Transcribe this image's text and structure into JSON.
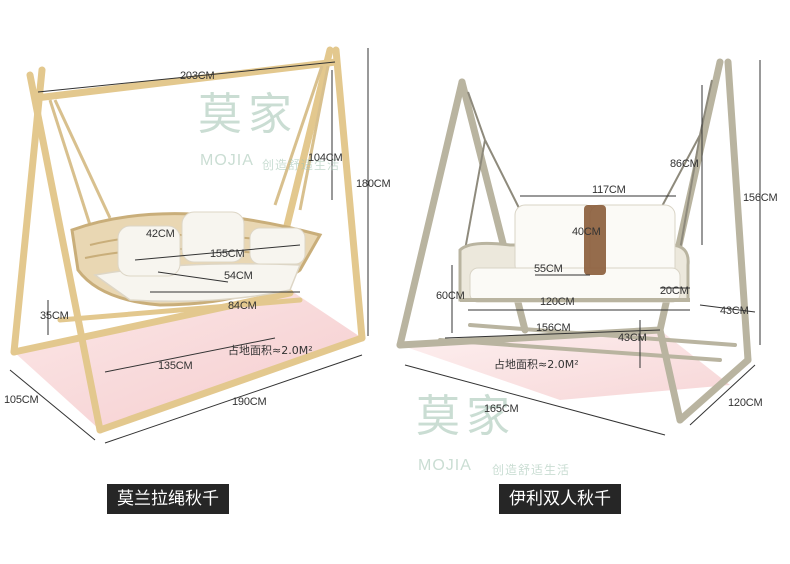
{
  "left_product": {
    "name": "莫兰拉绳秋千",
    "dims": {
      "top_width": "203CM",
      "height": "180CM",
      "rope": "104CM",
      "back_height": "42CM",
      "seat_width": "155CM",
      "seat_depth": "54CM",
      "seat_bottom": "84CM",
      "ground_clearance": "35CM",
      "inner_base": "135CM",
      "base_length": "190CM",
      "base_depth": "105CM"
    },
    "area": "占地面积≈2.0M²"
  },
  "right_product": {
    "name": "伊利双人秋千",
    "dims": {
      "chain": "86CM",
      "height": "156CM",
      "seat_width": "117CM",
      "back_height": "40CM",
      "seat_depth": "55CM",
      "seat_height": "60CM",
      "seat_bottom": "120CM",
      "armrest": "20CM",
      "side_depth": "43CM",
      "inner_base": "156CM",
      "front_clearance": "43CM",
      "base_length": "165CM",
      "base_depth": "120CM"
    },
    "area": "占地面积≈2.0M²"
  },
  "watermark": {
    "cn": "莫家",
    "en": "MOJIA",
    "slogan": "创造舒适生活"
  },
  "colors": {
    "frame_left": "#e3c88e",
    "frame_right": "#b9b4a0",
    "floor": "#f6cfd0",
    "cushion": "#f7f5ef",
    "caption_bg": "#262626",
    "watermark": "#9fc3b0"
  }
}
